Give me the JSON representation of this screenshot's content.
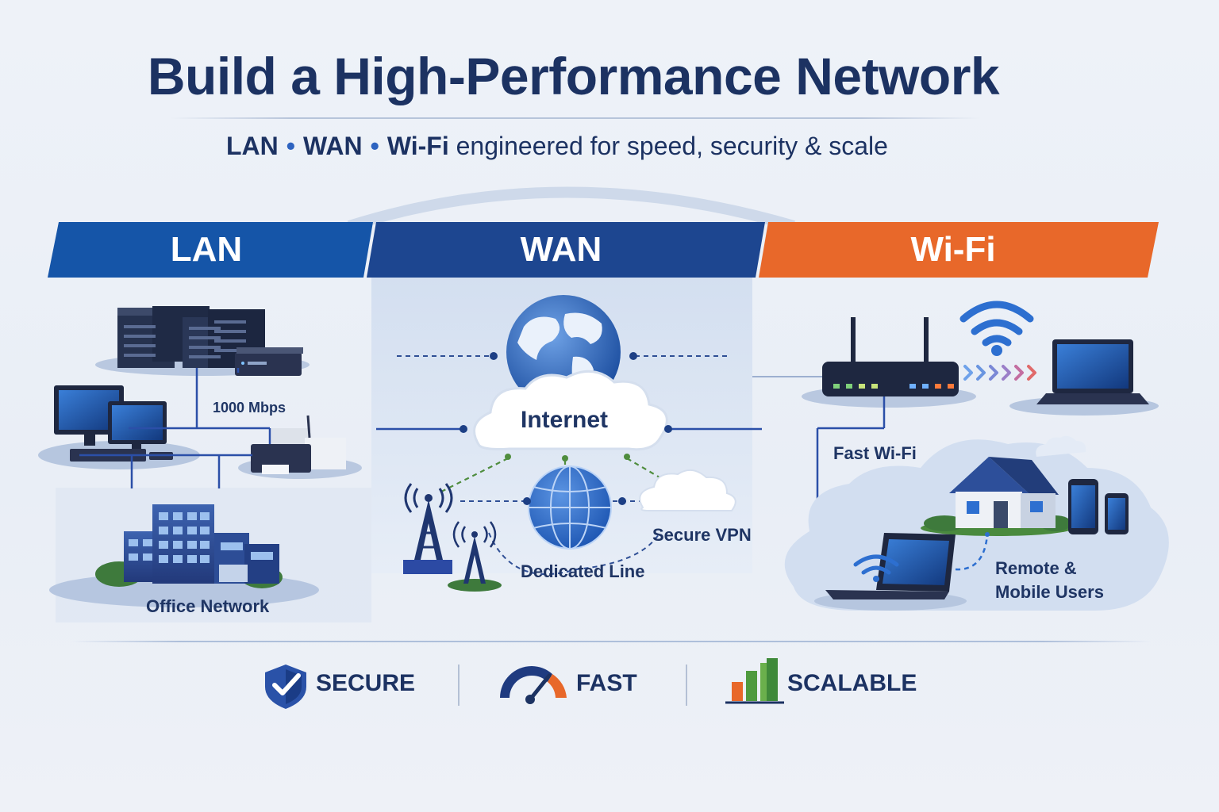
{
  "title": "Build a High-Performance Network",
  "subtitle": {
    "parts": [
      "LAN",
      "WAN",
      "Wi-Fi"
    ],
    "separator": "•",
    "tail": "engineered for speed, security & scale"
  },
  "sections": {
    "lan": {
      "header": "LAN",
      "color": "#1555a8",
      "link_speed": "1000 Mbps",
      "site_label": "Office Network"
    },
    "wan": {
      "header": "WAN",
      "color": "#1d4690",
      "cloud_label": "Internet",
      "vpn_label": "Secure VPN",
      "line_label": "Dedicated Line"
    },
    "wifi": {
      "header": "Wi-Fi",
      "color": "#e8682a",
      "router_label": "Fast Wi-Fi",
      "users_label_1": "Remote &",
      "users_label_2": "Mobile Users"
    }
  },
  "features": [
    {
      "label": "SECURE",
      "icon": "shield-check-icon"
    },
    {
      "label": "FAST",
      "icon": "speedometer-icon"
    },
    {
      "label": "SCALABLE",
      "icon": "bar-chart-icon"
    }
  ],
  "colors": {
    "navy": "#1c3262",
    "blue": "#2d63c0",
    "orange": "#e8682a",
    "green": "#3f9a3a"
  }
}
